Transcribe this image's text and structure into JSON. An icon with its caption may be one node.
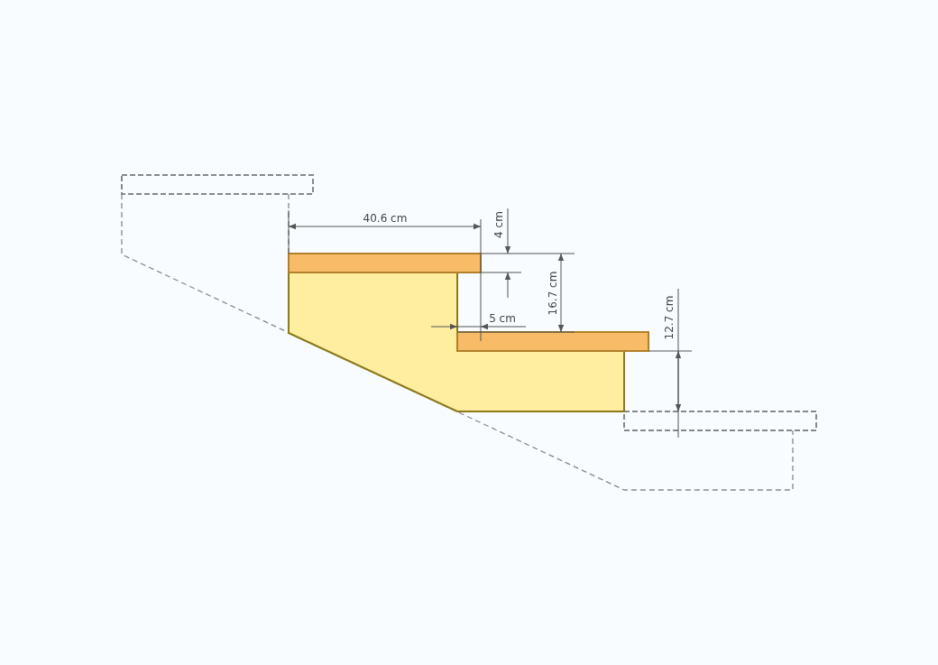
{
  "diagram": {
    "labels": [
      "40.6 cm",
      "4 cm",
      "16.7 cm",
      "5 cm",
      "12.7 cm"
    ]
  }
}
